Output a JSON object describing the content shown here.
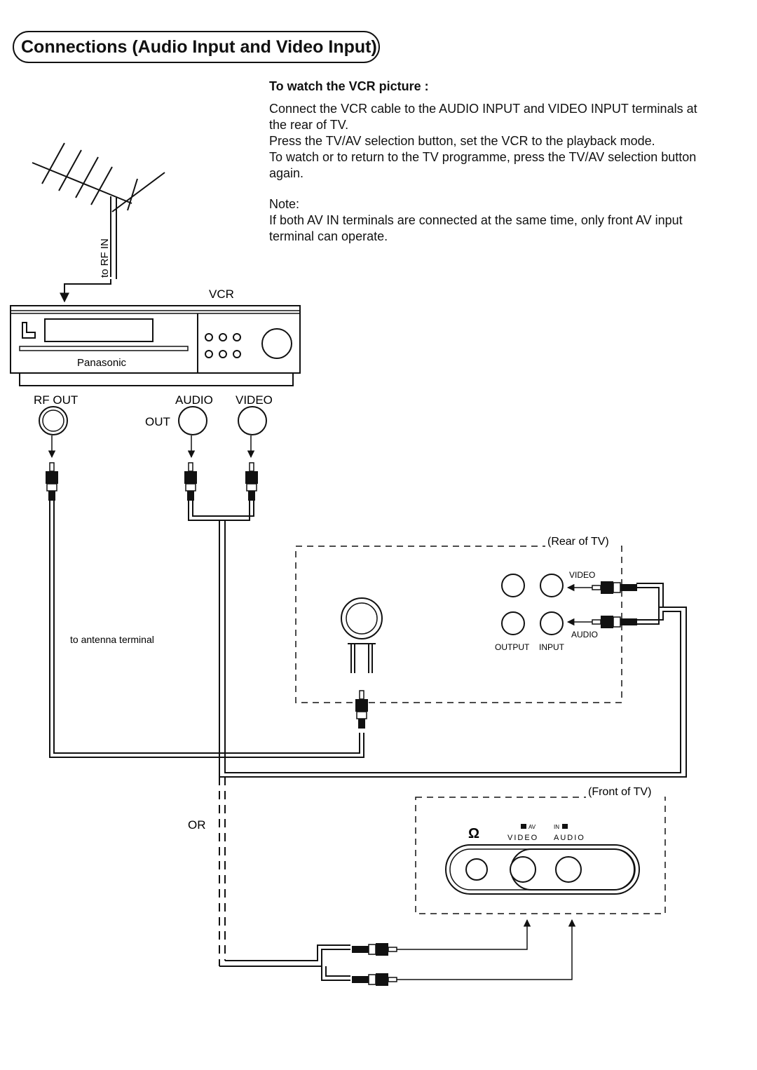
{
  "page": {
    "title": "Connections (Audio Input and Video Input)"
  },
  "instructions": {
    "heading": "To watch the VCR picture :",
    "paragraph_1": "Connect the VCR cable to the AUDIO INPUT and VIDEO INPUT terminals at the rear of TV.",
    "paragraph_2": "Press the TV/AV selection button, set the VCR to the playback mode.",
    "paragraph_3": "To watch or to return to the TV programme, press the TV/AV selection button again.",
    "note_label": "Note:",
    "note_text": "If both AV IN terminals are connected at the same time, only front AV input terminal can operate."
  },
  "diagram": {
    "antenna_label": "to RF IN",
    "vcr_label": "VCR",
    "vcr_brand": "Panasonic",
    "rf_out_label": "RF OUT",
    "audio_label": "AUDIO",
    "out_label": "OUT",
    "video_label": "VIDEO",
    "antenna_terminal_label": "to antenna terminal",
    "rear_tv_label": "(Rear of TV)",
    "rear_video_label": "VIDEO",
    "rear_audio_label": "AUDIO",
    "rear_output_label": "OUTPUT",
    "rear_input_label": "INPUT",
    "or_label": "OR",
    "front_tv_label": "(Front of TV)",
    "front_headphone_symbol": "Ω",
    "front_av_label": "AV",
    "front_in_label": "IN",
    "front_video_label": "VIDEO",
    "front_audio_label": "AUDIO"
  }
}
